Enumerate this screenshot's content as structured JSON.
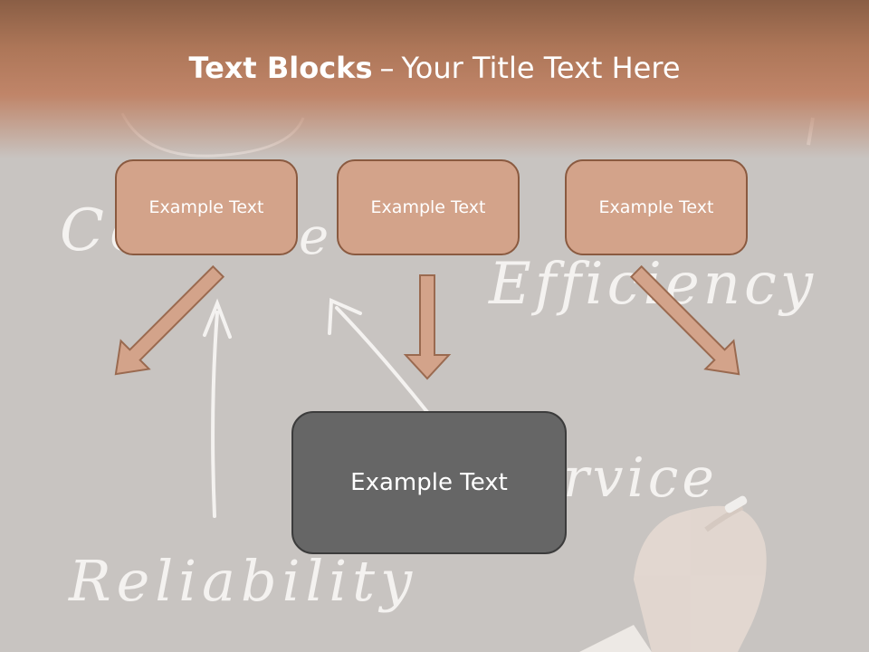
{
  "slide": {
    "title_bold": "Text Blocks",
    "title_separator": "–",
    "title_rest": "Your Title Text Here"
  },
  "boxes": {
    "left": "Example Text",
    "middle": "Example Text",
    "right": "Example Text",
    "center": "Example Text"
  },
  "background_words": {
    "word_1": "Co",
    "word_2": "e",
    "word_3": "Efficiency",
    "word_4": "rvice",
    "word_5": "Reliability"
  },
  "colors": {
    "header_band": "#ad7658",
    "small_box_fill": "#d3a38a",
    "small_box_border": "#8a5a40",
    "center_box_fill": "#666666",
    "arrow_fill": "#d3a38a",
    "background": "#c8c4c1"
  }
}
